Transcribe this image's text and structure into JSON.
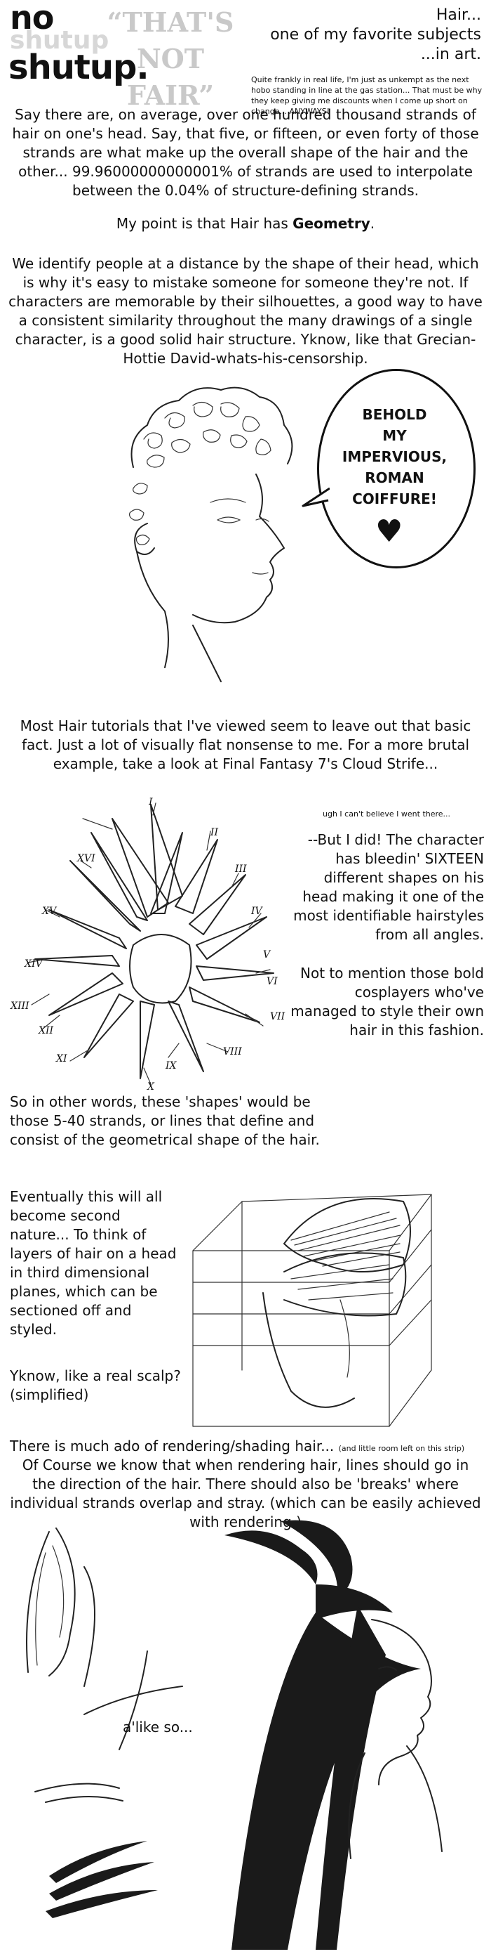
{
  "header": {
    "logo_top": "no",
    "logo_ghost": "shutup",
    "logo_bottom": "shutup.",
    "ghost_title": "“THAT'S NOT FAIR”",
    "right_line1": "Hair...",
    "right_line2": "one of my favorite subjects",
    "right_line3": "...in art.",
    "note": "Quite frankly in real life, I'm just as unkempt as the next hobo standing in line at the gas station... That must be why they keep giving me discounts when I come up short on change... ANYWAYS!"
  },
  "intro": {
    "p1": "Say there are, on average, over one hundred thousand strands of hair on one's head.  Say, that five, or fifteen, or even forty of those strands are what make up the overall shape of the hair and the other... 99.96000000000001% of strands are used to interpolate between the 0.04% of structure-defining strands.",
    "p2_prefix": "My point is that Hair has ",
    "p2_bold": "Geometry",
    "p2_suffix": ".",
    "p3": "We identify people at a distance by the shape of their head, which is why it's easy to mistake someone for someone they're not.  If characters are memorable by their silhouettes, a good way to have a consistent similarity throughout the many drawings of a single character, is a good solid hair structure.  Yknow, like that Grecian-Hottie David-whats-his-censorship."
  },
  "bubble": {
    "line1": "BEHOLD",
    "line2": "MY",
    "line3": "IMPERVIOUS,",
    "line4": "ROMAN",
    "line5": "COIFFURE!"
  },
  "cloud": {
    "p1": "Most Hair tutorials that I've viewed seem to leave out that basic fact.  Just a lot of visually flat nonsense to me.  For a more brutal example, take a look at Final Fantasy 7's Cloud Strife...",
    "aside": "ugh I can't believe I went there...",
    "p2": "--But I did!  The character has bleedin' SIXTEEN different shapes on his head making it one of the most identifiable hairstyles from all angles.",
    "p3": "Not to mention those bold cosplayers who've managed to style their own hair in this fashion.",
    "numerals": [
      "I",
      "II",
      "III",
      "IV",
      "V",
      "VI",
      "VII",
      "VIII",
      "IX",
      "X",
      "XI",
      "XII",
      "XIII",
      "XIV",
      "XV",
      "XVI"
    ]
  },
  "shapes": {
    "p1": "So in other words, these 'shapes' would be those 5-40 strands, or lines that define and consist of the geometrical shape of the hair.",
    "p2": "Eventually this will all become second nature... To think of layers of hair on a head in third dimensional planes, which can be sectioned off and styled.",
    "p3": "Yknow, like a real scalp? (simplified)"
  },
  "render": {
    "p1": "There is much ado of rendering/shading hair...",
    "p1_note": "(and little room left on this strip)",
    "p2": "Of Course we know that when rendering hair, lines should go in the direction of the hair.  There should also be 'breaks' where individual strands overlap and stray.  (which can be easily achieved with rendering.)",
    "alike": "a'like so..."
  }
}
